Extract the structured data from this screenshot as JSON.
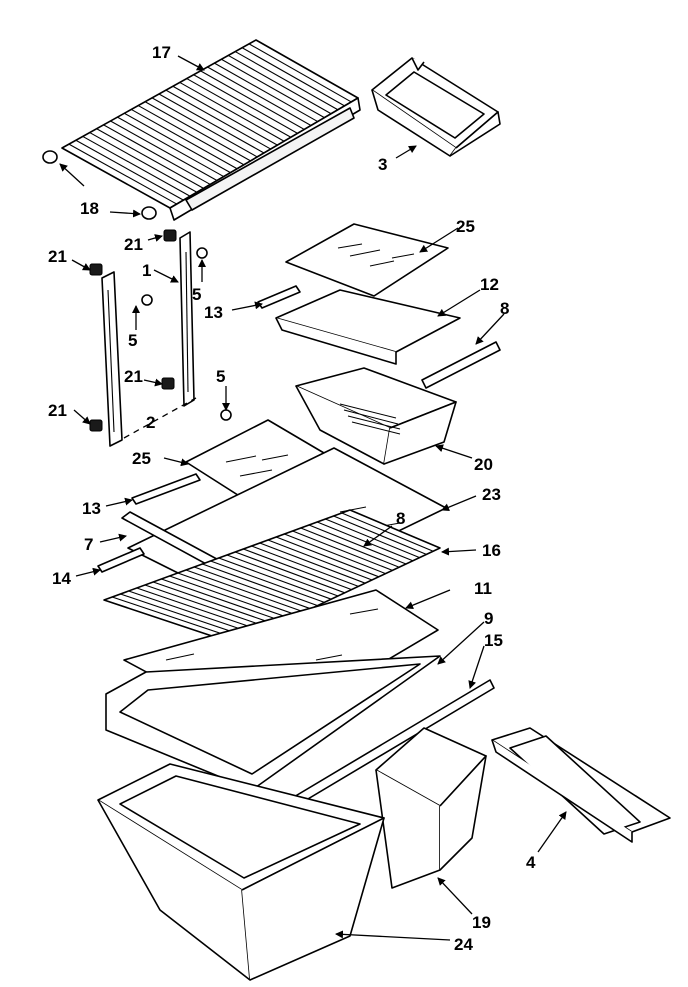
{
  "diagram": {
    "callouts": {
      "c17": "17",
      "c3": "3",
      "c18": "18",
      "c21a": "21",
      "c1": "1",
      "c5a": "5",
      "c21b": "21",
      "c5b": "5",
      "c21c": "21",
      "c5c": "5",
      "c21d": "21",
      "c2": "2",
      "c25a": "25",
      "c12": "12",
      "c13a": "13",
      "c8a": "8",
      "c20": "20",
      "c25b": "25",
      "c23": "23",
      "c13b": "13",
      "c8b": "8",
      "c7": "7",
      "c16": "16",
      "c14": "14",
      "c11": "11",
      "c9": "9",
      "c15": "15",
      "c4": "4",
      "c19": "19",
      "c24": "24"
    }
  }
}
